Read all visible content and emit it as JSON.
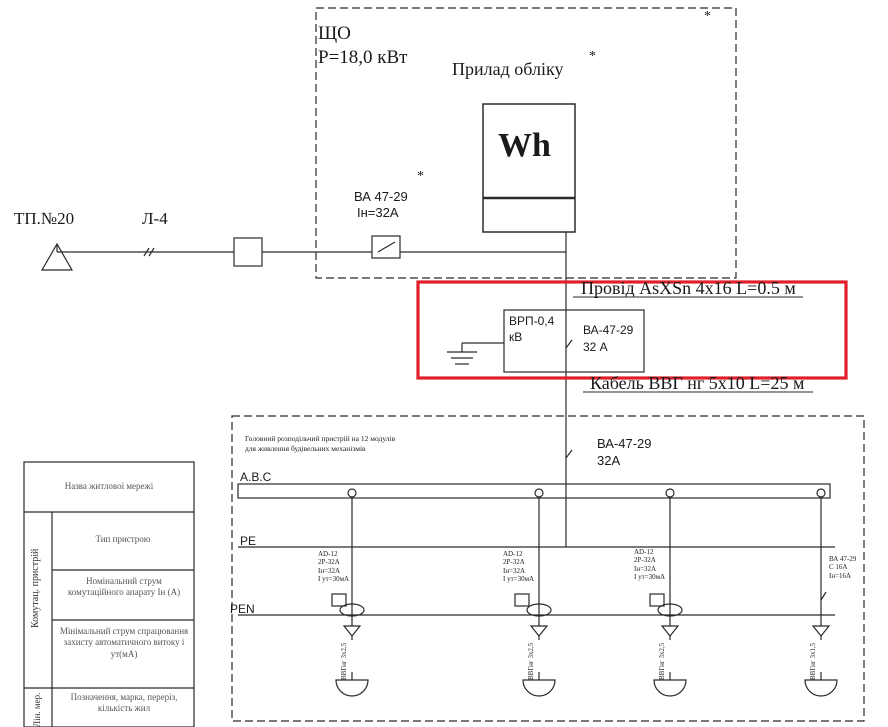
{
  "supply": {
    "substation": "ТП.№20",
    "line": "Л-4"
  },
  "meter_box": {
    "name": "ЩО",
    "power": "Р=18,0 кВт",
    "meter_label": "Прилад обліку",
    "meter_symbol": "Wh",
    "breaker_model": "ВА 47-29",
    "breaker_rating": "Iн=32А",
    "asterisk": "*"
  },
  "wire_upper": "Провід AsXSn 4x16 L=0.5 м",
  "vrp": {
    "name_line1": "ВРП-0,4",
    "name_line2": "кВ",
    "breaker_model": "ВА-47-29",
    "breaker_rating": "32 А"
  },
  "cable_lower": "Кабель ВВГ нг 5х10 L=25 м",
  "main_board": {
    "description_line1": "Головний розподільчий пристрій на  12 модулів",
    "description_line2": "для живлення будівельних механізмів",
    "main_breaker_model": "ВА-47-29",
    "main_breaker_rating": "32А",
    "bus_abc": "А.В.С",
    "bus_pe": "PE",
    "bus_pen": "PEN",
    "rcd_devices": [
      {
        "model": "АD-12",
        "poles": "2Р-32А",
        "in": "Iн=32А",
        "iut": "I ут=30мА",
        "cable": "ВВГнг 3х2,5"
      },
      {
        "model": "АD-12",
        "poles": "2Р-32А",
        "in": "Iн=32А",
        "iut": "I ут=30мА",
        "cable": "ВВГнг 3х2,5"
      },
      {
        "model": "АD-12",
        "poles": "2Р-32А",
        "in": "Iн=32А",
        "iut": "I ут=30мА",
        "cable": "ВВГнг 3х2,5"
      }
    ],
    "breaker_device": {
      "model": "ВА 47-29",
      "type": "С 16А",
      "in": "Iн=16А",
      "cable": "ВВГнг 3х1,5"
    }
  },
  "table": {
    "network_name": "Назва житлової мережі",
    "group_switching": "Комутац. пристрій",
    "device_type": "Тип пристрою",
    "nominal_current": "Номінальний струм комутаційного апарату Iн (А)",
    "min_current": "Мінімальний струм спрацювання захисту автоматичного витоку і ут(мА)",
    "group_line": "Лін. мер.",
    "designation": "Позначення, марка, переріз, кількість жил"
  },
  "highlight_color": "#e0202a"
}
